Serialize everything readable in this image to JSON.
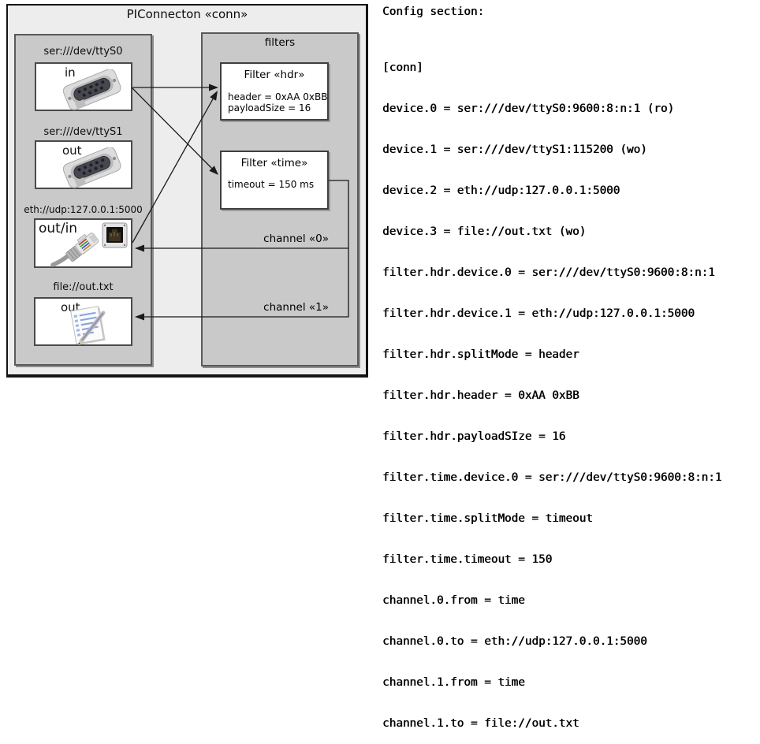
{
  "diagram": {
    "title": "PIConnecton «conn»",
    "devices": [
      {
        "label": "ser:///dev/ttyS0",
        "mode": "in",
        "icon": "serial-connector-icon"
      },
      {
        "label": "ser:///dev/ttyS1",
        "mode": "out",
        "icon": "serial-connector-icon"
      },
      {
        "label": "eth://udp:127.0.0.1:5000",
        "mode": "out/in",
        "icon": "ethernet-connector-icon"
      },
      {
        "label": "file://out.txt",
        "mode": "out",
        "icon": "notepad-icon"
      }
    ],
    "filters_panel": {
      "title": "filters",
      "filters": [
        {
          "title": "Filter «hdr»",
          "properties": [
            "header = 0xAA 0xBB",
            "payloadSize = 16"
          ]
        },
        {
          "title": "Filter «time»",
          "properties": [
            "timeout = 150 ms"
          ]
        }
      ]
    },
    "channels": [
      {
        "label": "channel «0»"
      },
      {
        "label": "channel «1»"
      }
    ],
    "colors": {
      "frame_fill": "#ededed",
      "panel_fill": "#c9c9c9",
      "box_fill": "#ffffff",
      "line": "#1a1a1a"
    }
  },
  "config": {
    "heading": "Config section:",
    "lines": [
      "[conn]",
      "device.0 = ser:///dev/ttyS0:9600:8:n:1 (ro)",
      "device.1 = ser:///dev/ttyS1:115200 (wo)",
      "device.2 = eth://udp:127.0.0.1:5000",
      "device.3 = file://out.txt (wo)",
      "filter.hdr.device.0 = ser:///dev/ttyS0:9600:8:n:1",
      "filter.hdr.device.1 = eth://udp:127.0.0.1:5000",
      "filter.hdr.splitMode = header",
      "filter.hdr.header = 0xAA 0xBB",
      "filter.hdr.payloadSIze = 16",
      "filter.time.device.0 = ser:///dev/ttyS0:9600:8:n:1",
      "filter.time.splitMode = timeout",
      "filter.time.timeout = 150",
      "channel.0.from = time",
      "channel.0.to = eth://udp:127.0.0.1:5000",
      "channel.1.from = time",
      "channel.1.to = file://out.txt"
    ]
  }
}
